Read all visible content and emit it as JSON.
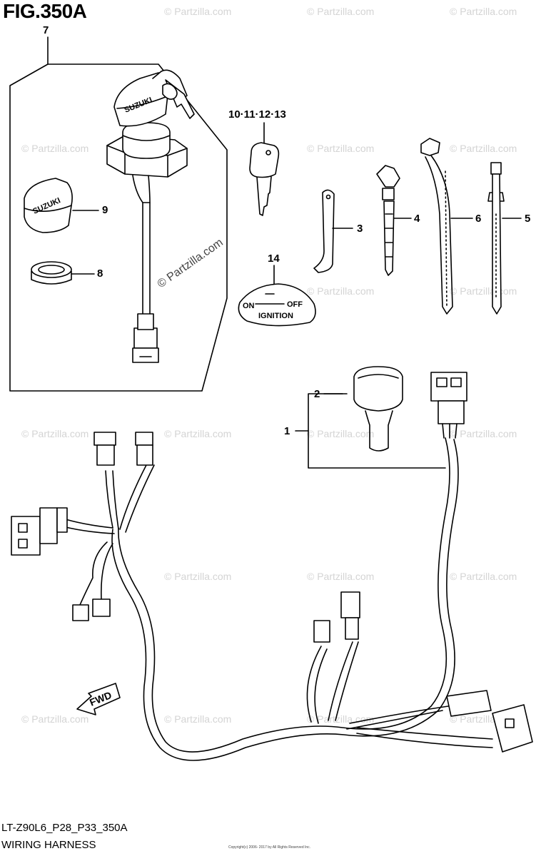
{
  "figure": {
    "title": "FIG.350A",
    "code": "LT-Z90L6_P28_P33_350A",
    "caption": "WIRING HARNESS",
    "copyright_line": "Copyright(c) 2006- 2017 by All Rights Reserved Inc."
  },
  "watermark": {
    "text": "© Partzilla.com",
    "prominent_text": "© Partzilla.com"
  },
  "callouts": {
    "c1": "1",
    "c2": "2",
    "c3": "3",
    "c4": "4",
    "c5": "5",
    "c6": "6",
    "c7": "7",
    "c8": "8",
    "c9": "9",
    "c10": "10·11·12·13",
    "c14": "14"
  },
  "labels": {
    "brand": "SUZUKI",
    "on": "ON",
    "off": "OFF",
    "ignition": "IGNITION",
    "fwd": "FWD"
  },
  "colors": {
    "line": "#000000",
    "watermark": "#d4d4d4"
  }
}
